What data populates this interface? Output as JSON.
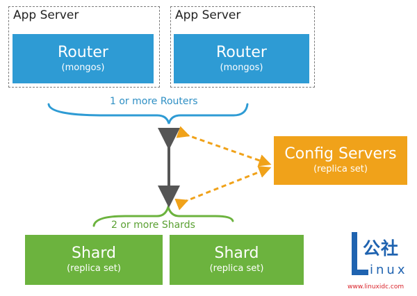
{
  "app_servers": [
    {
      "label": "App Server",
      "router": {
        "title": "Router",
        "subtitle": "(mongos)"
      }
    },
    {
      "label": "App Server",
      "router": {
        "title": "Router",
        "subtitle": "(mongos)"
      }
    }
  ],
  "routers_caption": "1 or more Routers",
  "config_servers": {
    "title": "Config Servers",
    "subtitle": "(replica set)"
  },
  "shards_caption": "2 or more Shards",
  "shards": [
    {
      "title": "Shard",
      "subtitle": "(replica set)"
    },
    {
      "title": "Shard",
      "subtitle": "(replica set)"
    }
  ],
  "watermark": {
    "chars": "公社",
    "word": "inux",
    "url": "www.linuxidc.com"
  },
  "colors": {
    "router": "#2e9bd4",
    "config": "#f0a21a",
    "shard": "#6cb33e",
    "routers_caption": "#2e8fc4",
    "shards_caption": "#5aa032",
    "arrow_dark": "#555555",
    "logo_blue": "#1f63b0",
    "logo_red": "#d9232a"
  }
}
